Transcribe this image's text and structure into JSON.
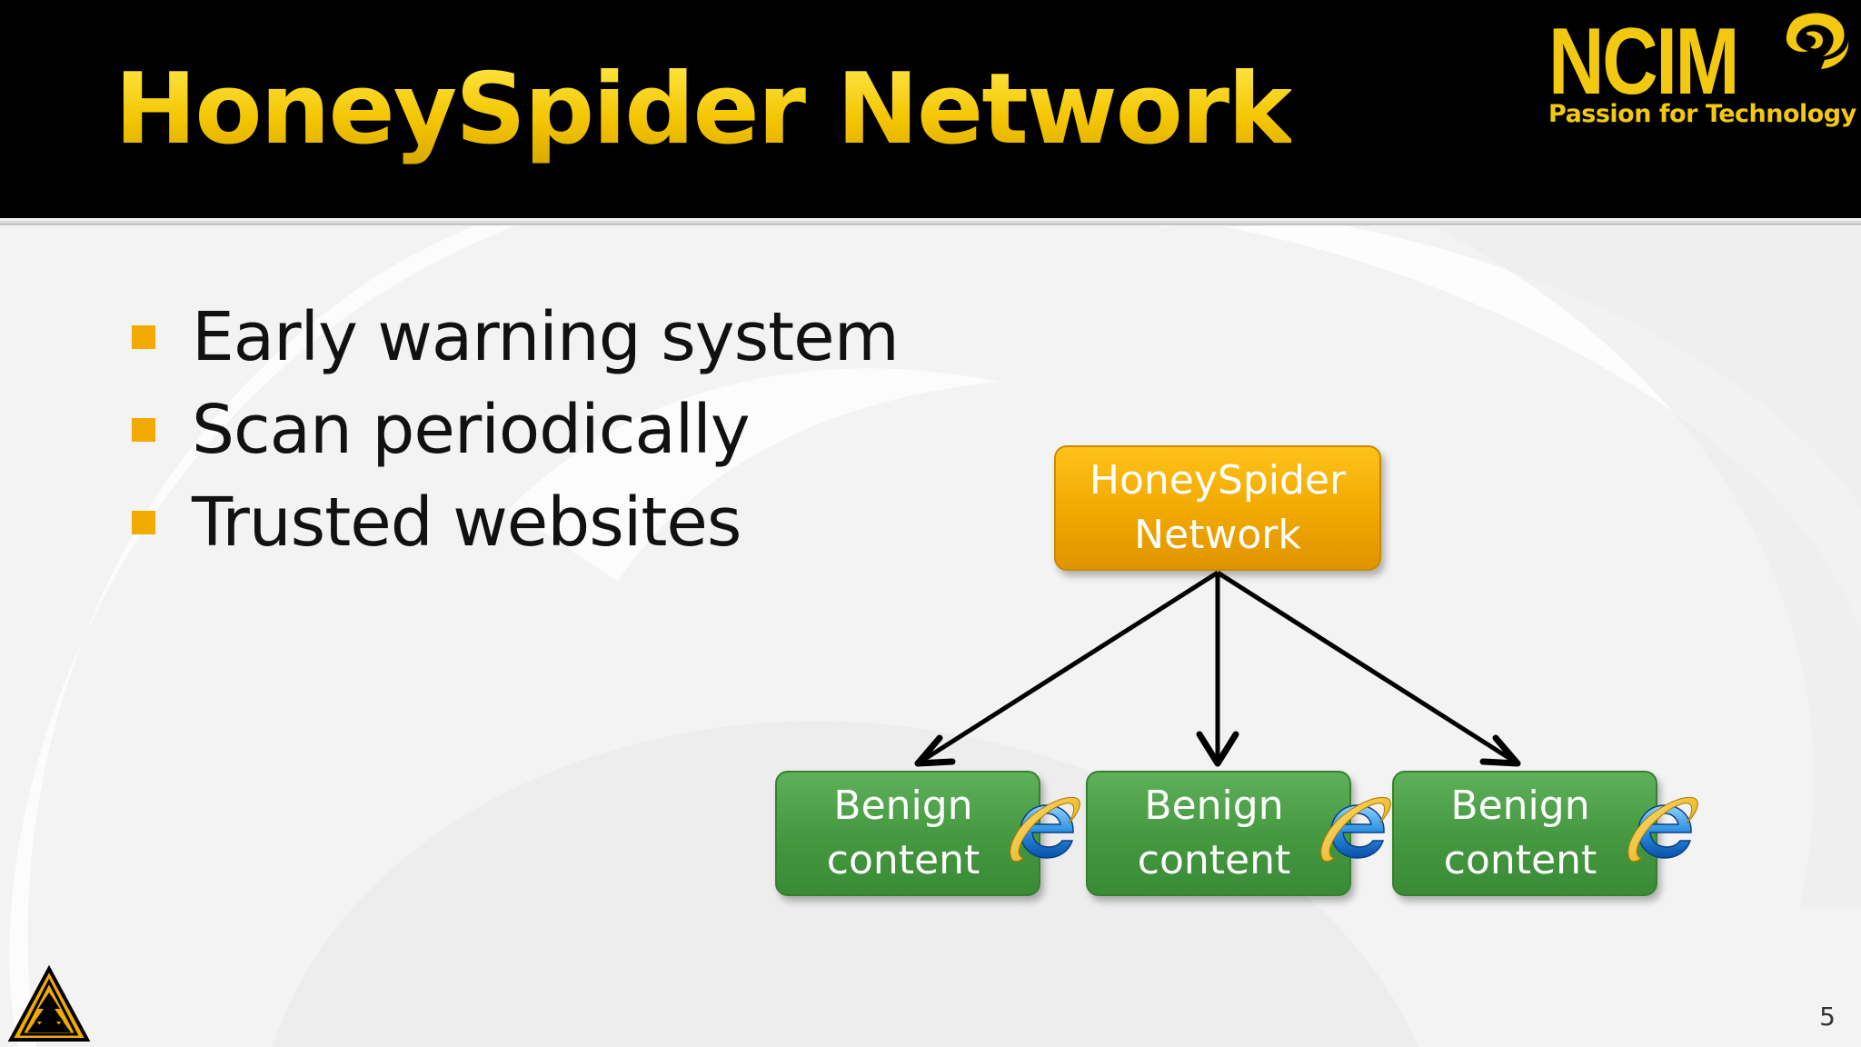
{
  "slide": {
    "title": "HoneySpider Network",
    "page_number": "5"
  },
  "logo": {
    "name": "NCIM",
    "tagline": "Passion for Technology",
    "mark_icon": "ncim-swirl-icon",
    "color": "#f2c811"
  },
  "bullets": [
    {
      "text": "Early warning system"
    },
    {
      "text": "Scan periodically"
    },
    {
      "text": "Trusted websites"
    }
  ],
  "diagram": {
    "root": {
      "lines": [
        "HoneySpider",
        "Network"
      ],
      "color": "#f0a800"
    },
    "children": [
      {
        "lines": [
          "Benign",
          "content"
        ],
        "icon": "internet-explorer-icon",
        "color": "#44983f"
      },
      {
        "lines": [
          "Benign",
          "content"
        ],
        "icon": "internet-explorer-icon",
        "color": "#44983f"
      },
      {
        "lines": [
          "Benign",
          "content"
        ],
        "icon": "internet-explorer-icon",
        "color": "#44983f"
      }
    ]
  },
  "colors": {
    "accent_yellow": "#f7d21a",
    "bullet_orange": "#f0aa00",
    "header_black": "#000000"
  },
  "corner_icon": "triangle-emblem-icon"
}
